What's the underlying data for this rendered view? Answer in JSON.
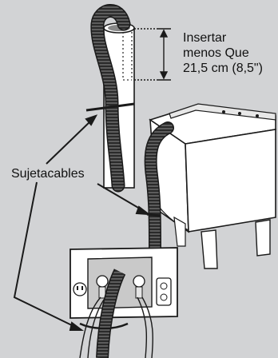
{
  "insert_note": {
    "line1": "Insertar",
    "line2": "menos Que",
    "line3": "21,5 cm (8,5\")"
  },
  "cable_ties_label": "Sujetacables",
  "colors": {
    "background": "#d2d3d5",
    "line_art": "#1a1a1a",
    "surface": "#ffffff",
    "hose": "#202020"
  }
}
